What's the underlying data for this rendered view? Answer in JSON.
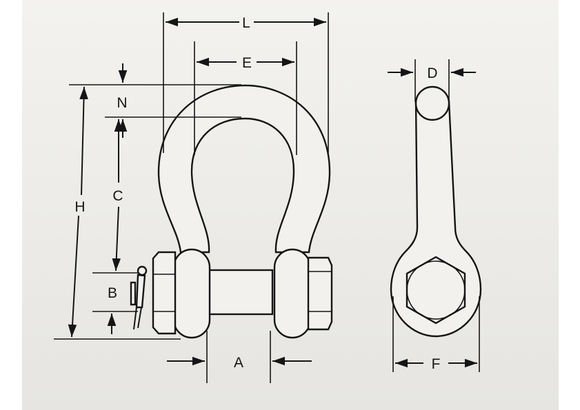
{
  "labels": {
    "L": "L",
    "E": "E",
    "N": "N",
    "C": "C",
    "H": "H",
    "B": "B",
    "A": "A",
    "D": "D",
    "F": "F"
  },
  "colors": {
    "ink": "#151515",
    "paper": "#efeeea"
  }
}
